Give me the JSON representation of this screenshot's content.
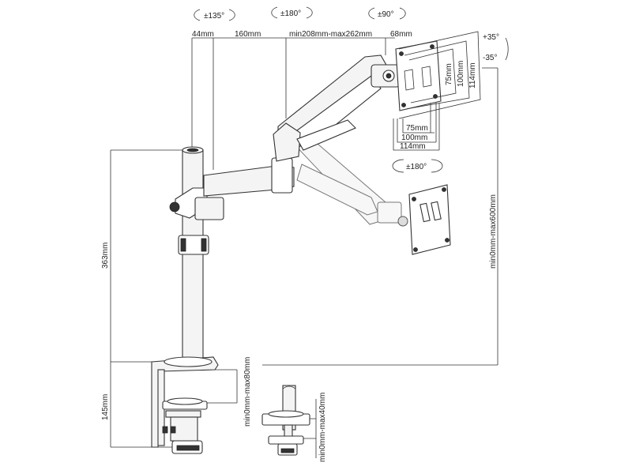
{
  "top_dimensions": {
    "pole_width": "44mm",
    "first_arm": "160mm",
    "second_arm": "min208mm-max262mm",
    "head_offset": "68mm"
  },
  "rotations": {
    "arm_base": "±135°",
    "arm_joint": "±180°",
    "head_swivel": "±90°",
    "vesa_rotation": "±180°",
    "tilt_up": "+35°",
    "tilt_down": "-35°"
  },
  "vesa": {
    "v75": "75mm",
    "v100": "100mm",
    "v114": "114mm"
  },
  "vertical_dimensions": {
    "pole_height": "363mm",
    "clamp_height": "145mm",
    "height_range": "min0mm-max600mm",
    "clamp_thickness": "min0mm-max80mm",
    "grommet_thickness": "min0mm-max40mm"
  }
}
